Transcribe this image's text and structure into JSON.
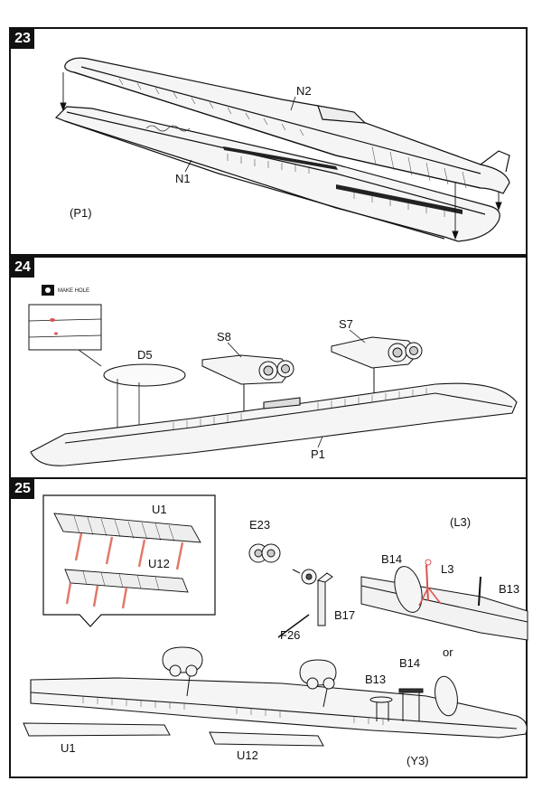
{
  "steps": [
    {
      "number": "23",
      "labels": {
        "n2": "N2",
        "n1": "N1",
        "p1": "(P1)"
      }
    },
    {
      "number": "24",
      "make_hole": "MAKE HOLE",
      "labels": {
        "d5": "D5",
        "s8": "S8",
        "s7": "S7",
        "p1": "P1"
      }
    },
    {
      "number": "25",
      "labels": {
        "u1_inset": "U1",
        "u12_inset": "U12",
        "e23": "E23",
        "l3_header": "(L3)",
        "b14_top": "B14",
        "l3": "L3",
        "b13_top": "B13",
        "b17": "B17",
        "f26": "F26",
        "or": "or",
        "b13": "B13",
        "b14": "B14",
        "u1": "U1",
        "u12": "U12",
        "y3": "(Y3)"
      }
    }
  ],
  "colors": {
    "ink": "#111111",
    "accent": "#d9534f",
    "pin": "#e07a6a"
  }
}
